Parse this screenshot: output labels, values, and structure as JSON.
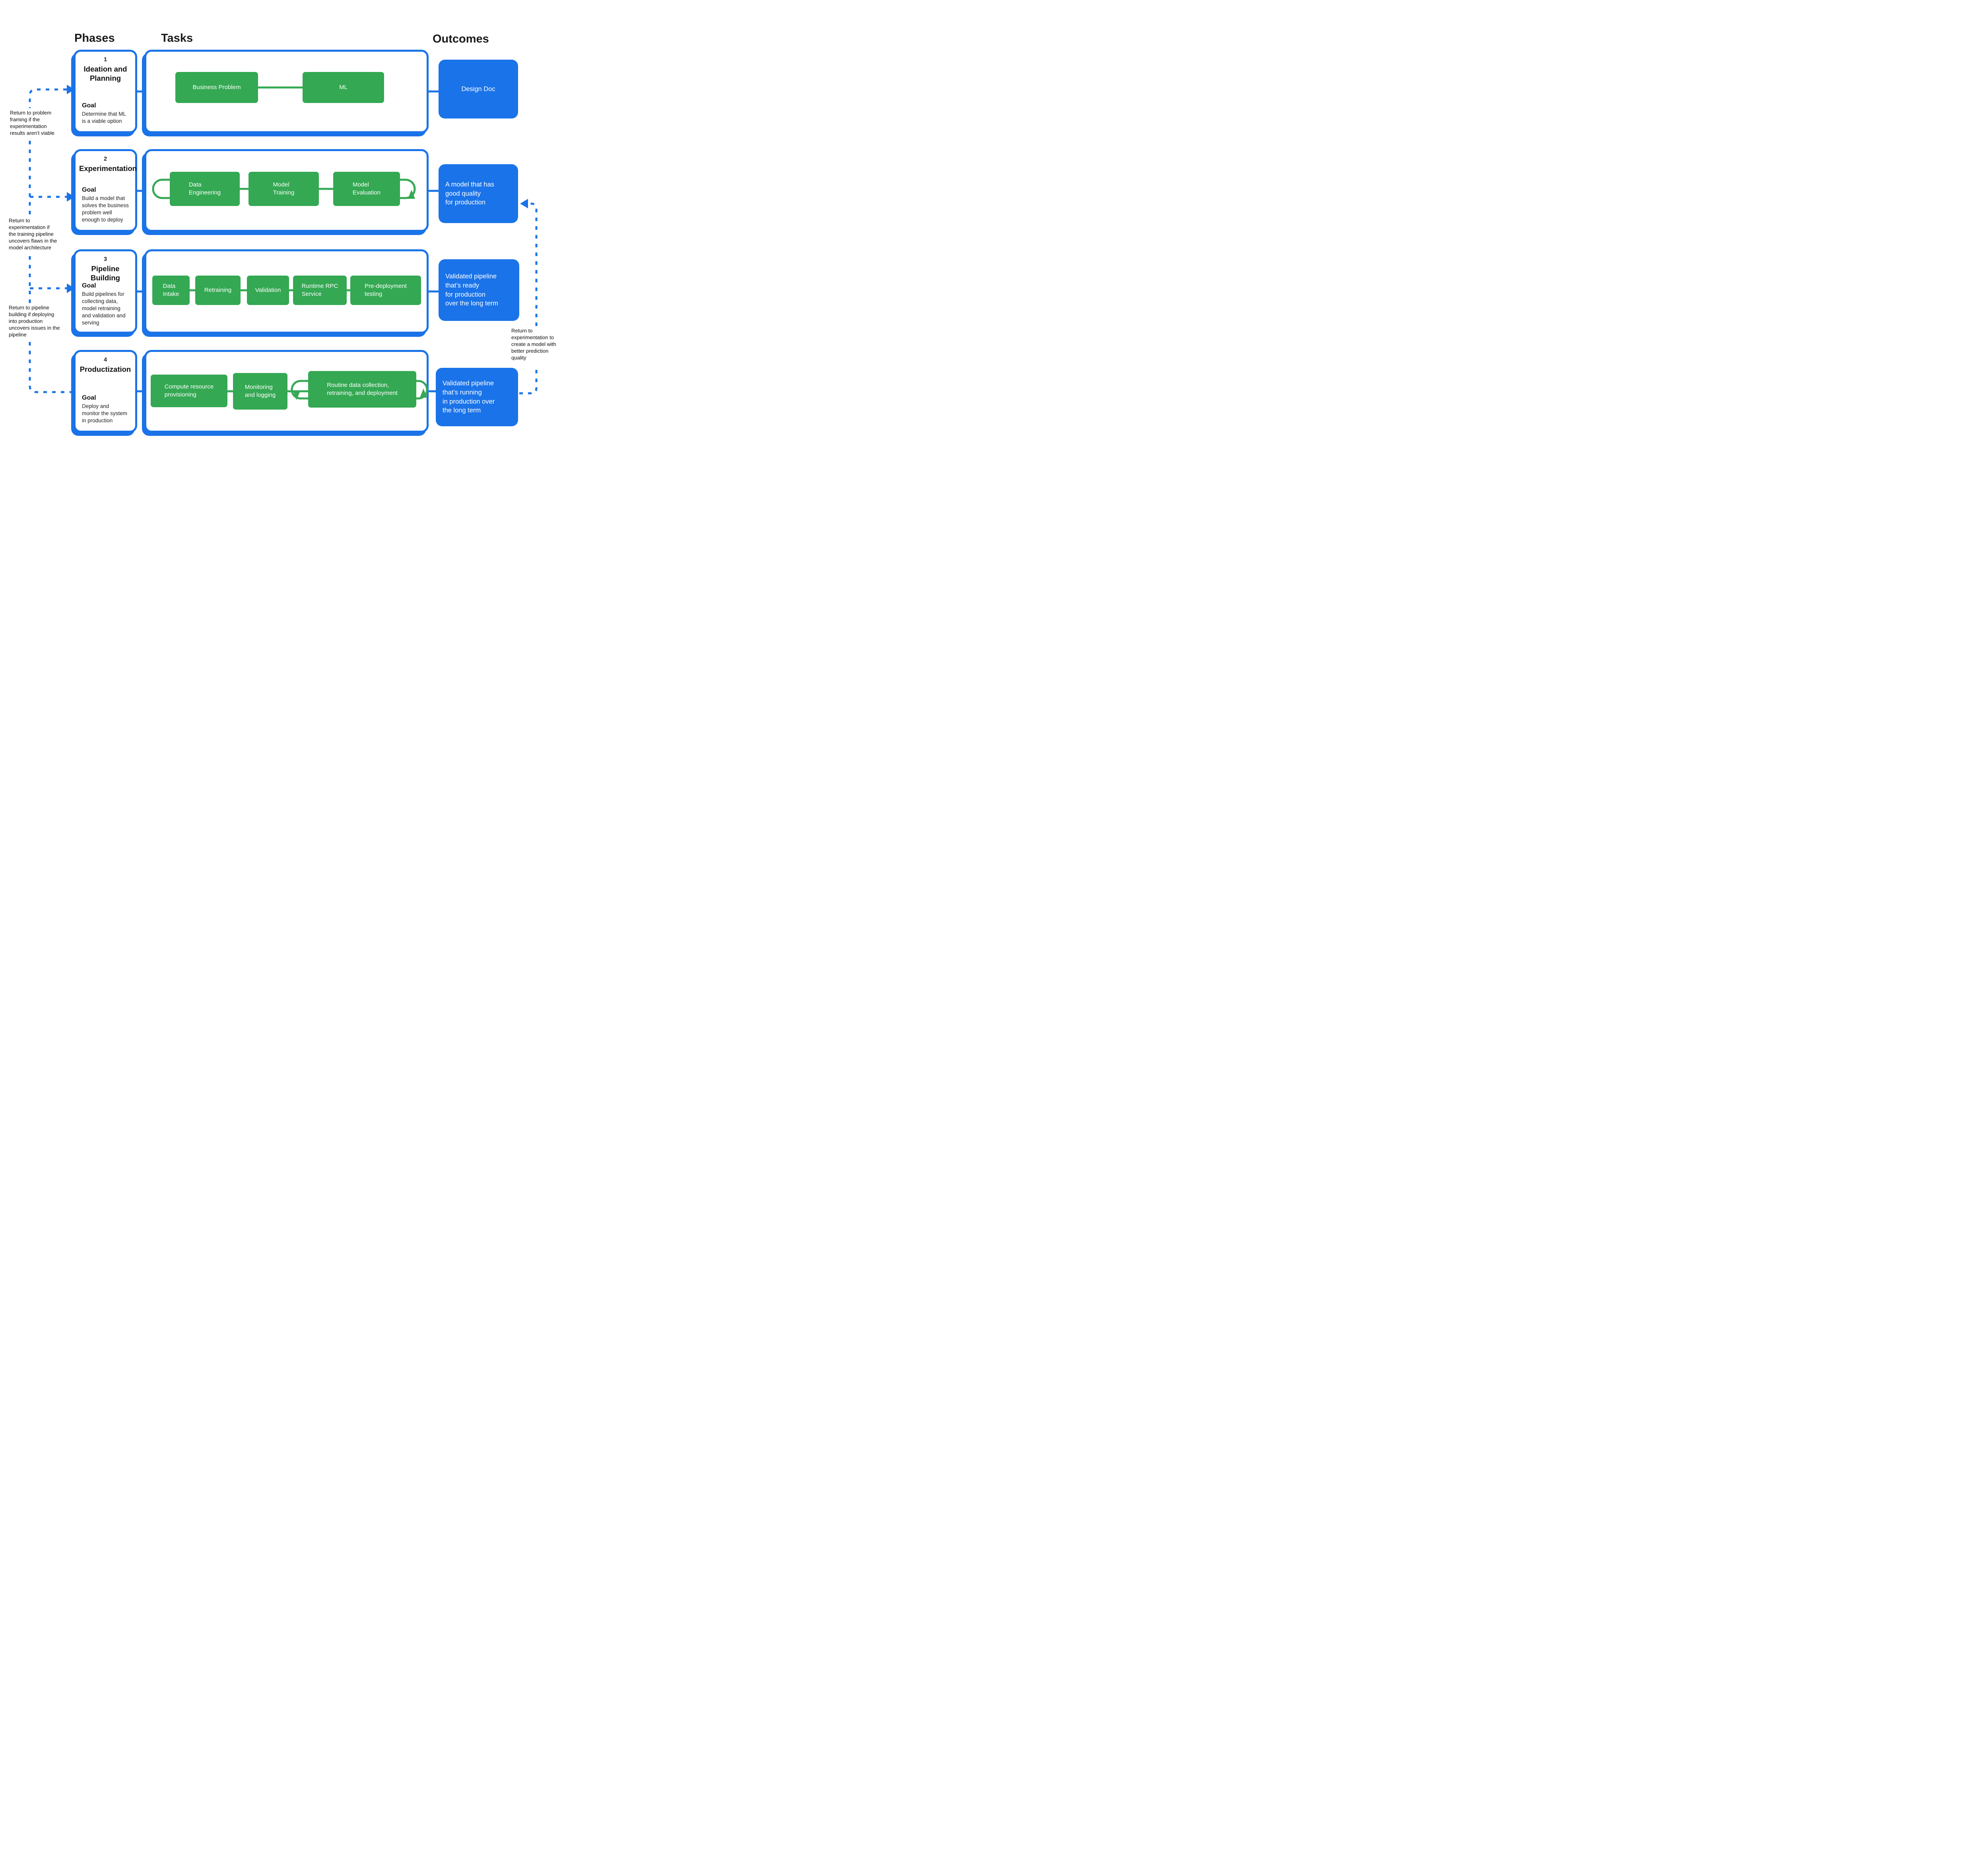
{
  "headers": {
    "phases": "Phases",
    "tasks": "Tasks",
    "outcomes": "Outcomes"
  },
  "colors": {
    "accent_blue": "#1A73E8",
    "task_green": "#34A853"
  },
  "phases": [
    {
      "number": "1",
      "title": "Ideation and\nPlanning",
      "goal_label": "Goal",
      "goal": "Determine that ML\nis a viable option"
    },
    {
      "number": "2",
      "title": "Experimentation",
      "goal_label": "Goal",
      "goal": "Build a model that\nsolves the business\nproblem well\nenough to deploy"
    },
    {
      "number": "3",
      "title": "Pipeline Building",
      "goal_label": "Goal",
      "goal": "Build pipelines for\ncollecting data,\nmodel retraining\nand validation and\nserving"
    },
    {
      "number": "4",
      "title": "Productization",
      "goal_label": "Goal",
      "goal": "Deploy and\nmonitor the system\nin production"
    }
  ],
  "tasks": {
    "row1": [
      "Business Problem",
      "ML"
    ],
    "row2": [
      "Data\nEngineering",
      "Model\nTraining",
      "Model\nEvaluation"
    ],
    "row3": [
      "Data\nIntake",
      "Retraining",
      "Validation",
      "Runtime RPC\nService",
      "Pre-deployment\ntesting"
    ],
    "row4": [
      "Compute resource\nprovisioning",
      "Monitoring\nand logging",
      "Routine data collection,\nretraining, and deployment"
    ]
  },
  "outcomes": [
    "Design Doc",
    "A model that has\ngood quality\nfor production",
    "Validated pipeline\nthat’s ready\nfor production\nover the long term",
    "Validated pipeline\nthat’s running\nin production over\nthe long term"
  ],
  "annotations": [
    "Return to problem\nframing if the\nexperimentation\nresults aren’t viable",
    "Return to\nexperimentation if\nthe training pipeline\nuncovers flaws in the\nmodel architecture",
    "Return to pipeline\nbuilding if deploying\ninto production\nuncovers issues in the\npipeline",
    "Return to\nexperimentation to\ncreate a model with\nbetter prediction\nquality"
  ]
}
